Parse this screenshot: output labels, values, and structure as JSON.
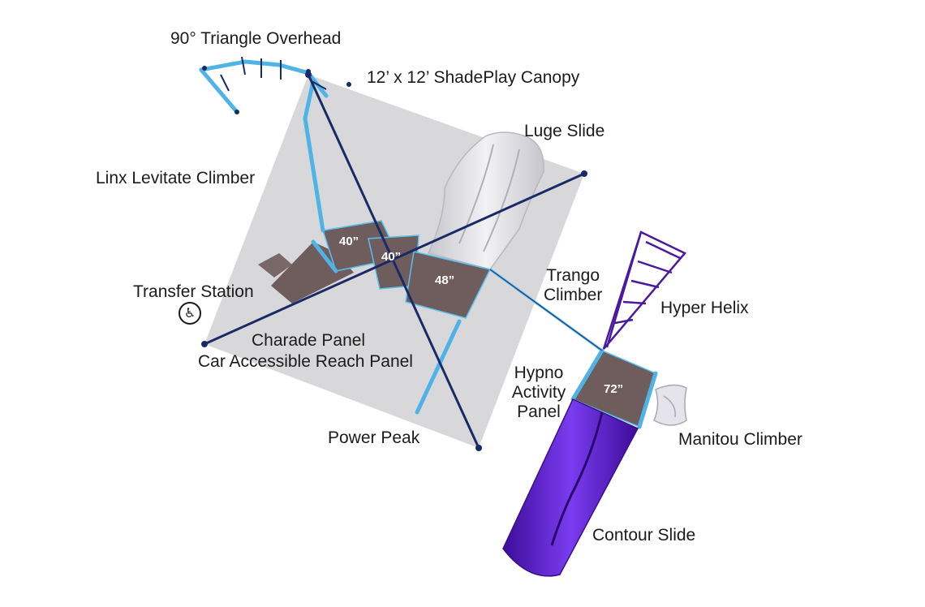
{
  "components": {
    "triangle_overhead": "90° Triangle Overhead",
    "canopy": "12’ x 12’ ShadePlay Canopy",
    "luge_slide": "Luge Slide",
    "linx_climber": "Linx Levitate Climber",
    "transfer_station": "Transfer Station",
    "charade_panel": "Charade Panel",
    "car_reach_panel": "Car Accessible Reach Panel",
    "trango_climber_line1": "Trango",
    "trango_climber_line2": "Climber",
    "hyper_helix": "Hyper Helix",
    "hypno_line1": "Hypno",
    "hypno_line2": "Activity",
    "hypno_line3": "Panel",
    "manitou_climber": "Manitou Climber",
    "power_peak": "Power Peak",
    "contour_slide": "Contour Slide"
  },
  "decks": {
    "deck_a": "40”",
    "deck_b": "40”",
    "deck_c": "48”",
    "deck_d": "72”"
  },
  "icons": {
    "accessibility": "wheelchair-icon"
  },
  "colors": {
    "canopy": "#c9c9cc",
    "deck": "#6f5d5d",
    "post_light_blue": "#4fb3e8",
    "post_dark_navy": "#1a2a66",
    "purple": "#5b1fc0",
    "slide_gray": "#dcdce2"
  }
}
